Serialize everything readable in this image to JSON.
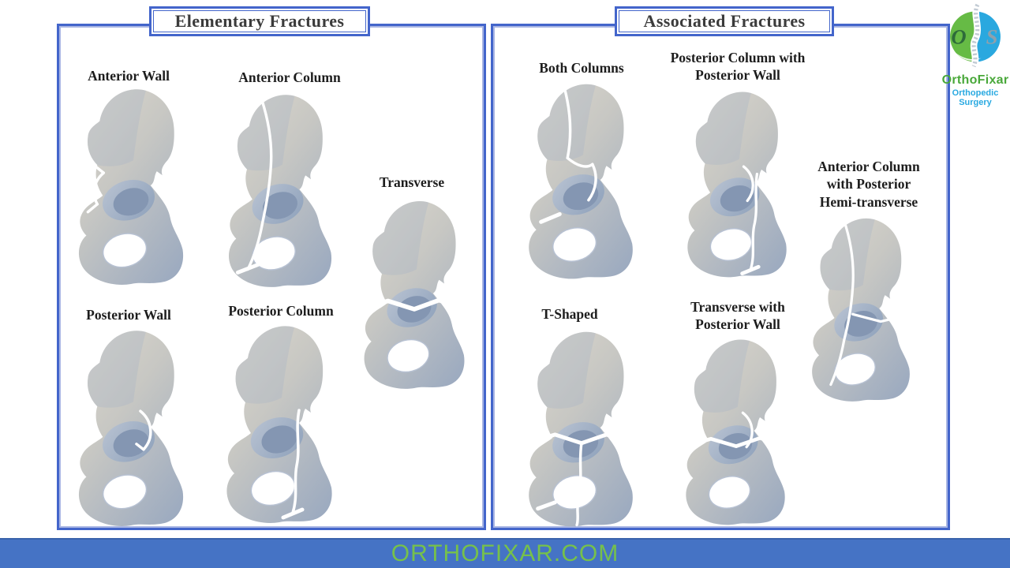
{
  "panels": [
    {
      "title": "Elementary Fractures",
      "items": [
        {
          "label": "Anterior Wall",
          "fracture": "anterior-wall"
        },
        {
          "label": "Anterior Column",
          "fracture": "anterior-column"
        },
        {
          "label": "Transverse",
          "fracture": "transverse"
        },
        {
          "label": "Posterior Wall",
          "fracture": "posterior-wall"
        },
        {
          "label": "Posterior Column",
          "fracture": "posterior-column"
        }
      ]
    },
    {
      "title": "Associated Fractures",
      "items": [
        {
          "label": "Both Columns",
          "fracture": "both-columns"
        },
        {
          "label": "Posterior Column with Posterior Wall",
          "fracture": "posterior-column-posterior-wall"
        },
        {
          "label": "Anterior Column with Posterior Hemi-transverse",
          "fracture": "anterior-column-posterior-hemitransverse"
        },
        {
          "label": "T-Shaped",
          "fracture": "t-shaped"
        },
        {
          "label": "Transverse with Posterior Wall",
          "fracture": "transverse-posterior-wall"
        }
      ]
    }
  ],
  "logo": {
    "name": "OrthoFixar",
    "subtitle": "Orthopedic Surgery",
    "monogram": [
      "O",
      "S"
    ],
    "colors": {
      "green": "#66bb45",
      "blue": "#2aa8df",
      "name_green": "#49a83a",
      "subtitle_blue": "#29a9e1"
    }
  },
  "footer": {
    "text": "ORTHOFIXAR.COM",
    "bar_color": "#4573c5",
    "text_color": "#76c14b"
  },
  "style": {
    "panel_border": "#4365cb",
    "title_text": "#3b3b3b",
    "label_text": "#1d1d1d",
    "bone_highlight": "#d9d5cb",
    "bone_shadow": "#9dabc0",
    "fracture_line": "#ffffff"
  }
}
